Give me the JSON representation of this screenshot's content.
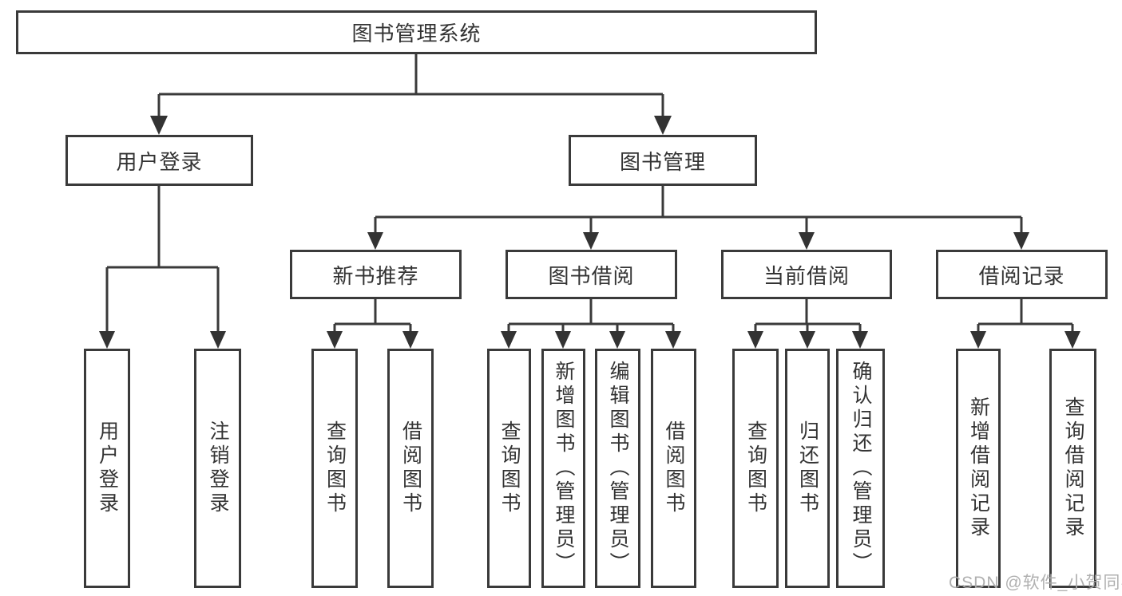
{
  "diagram_title": "图书管理系统",
  "tree": {
    "root": "图书管理系统",
    "branches": [
      {
        "label": "用户登录",
        "children": [
          "用户登录",
          "注销登录"
        ]
      },
      {
        "label": "图书管理",
        "children": [
          {
            "label": "新书推荐",
            "children": [
              "查询图书",
              "借阅图书"
            ]
          },
          {
            "label": "图书借阅",
            "children": [
              "查询图书",
              "新增图书（管理员）",
              "编辑图书（管理员）",
              "借阅图书"
            ]
          },
          {
            "label": "当前借阅",
            "children": [
              "查询图书",
              "归还图书",
              "确认归还（管理员）"
            ]
          },
          {
            "label": "借阅记录",
            "children": [
              "新增借阅记录",
              "查询借阅记录"
            ]
          }
        ]
      }
    ]
  },
  "watermark": "CSDN @软件_小贺同学",
  "colors": {
    "line": "#3a3a3a",
    "text": "#333333",
    "background": "#ffffff",
    "watermark": "#acacac"
  }
}
